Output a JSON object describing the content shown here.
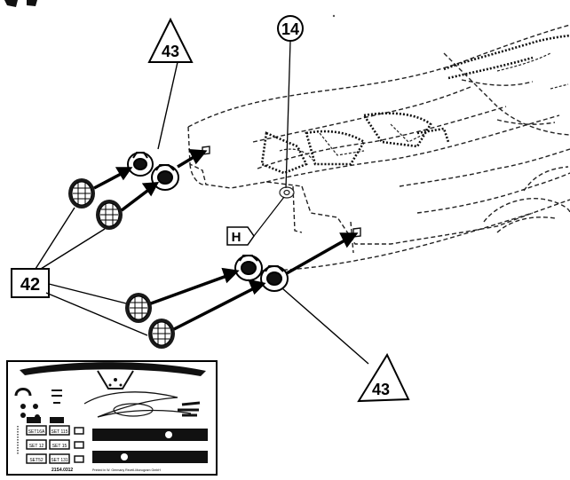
{
  "callouts": {
    "part_42": "42",
    "part_43_top": "43",
    "part_43_bottom": "43",
    "part_14": "14",
    "marker_h": "H"
  },
  "decal_sheet": {
    "small_labels": [
      "SET16A",
      "SET 12",
      "SET 15",
      "SET 115",
      "SET 131",
      "SET52"
    ],
    "footer": "21S4.0312",
    "copyright": "Printed in W. Germany Revell-Monogram GmbH"
  }
}
